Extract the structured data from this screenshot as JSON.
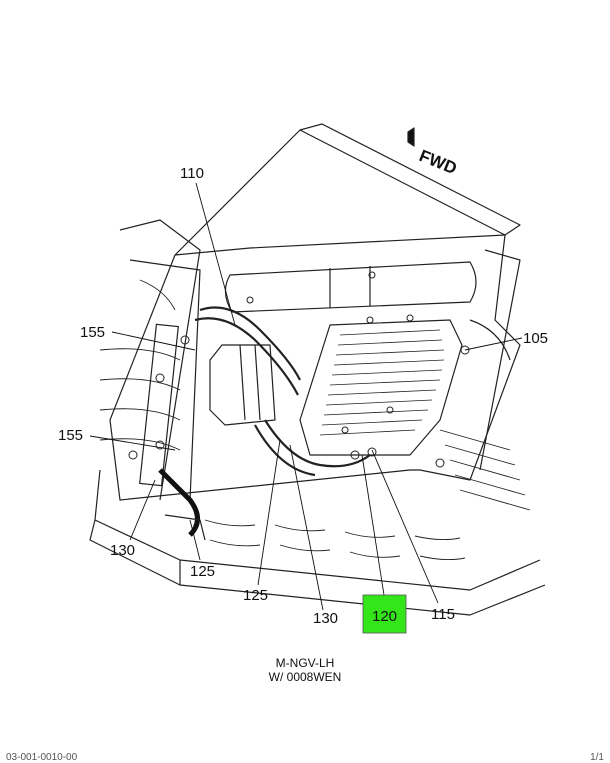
{
  "direction_label": "FWD",
  "callouts": [
    {
      "id": "110",
      "label": "110"
    },
    {
      "id": "155a",
      "label": "155"
    },
    {
      "id": "155b",
      "label": "155"
    },
    {
      "id": "105",
      "label": "105"
    },
    {
      "id": "130a",
      "label": "130"
    },
    {
      "id": "125a",
      "label": "125"
    },
    {
      "id": "125b",
      "label": "125"
    },
    {
      "id": "130b",
      "label": "130"
    },
    {
      "id": "120",
      "label": "120"
    },
    {
      "id": "115",
      "label": "115"
    }
  ],
  "highlight": {
    "label": "120",
    "color": "#33e619"
  },
  "caption": {
    "line1": "M-NGV-LH",
    "line2": "W/ 0008WEN"
  },
  "footer": {
    "left": "03-001-0010-00",
    "right": "1/1"
  }
}
